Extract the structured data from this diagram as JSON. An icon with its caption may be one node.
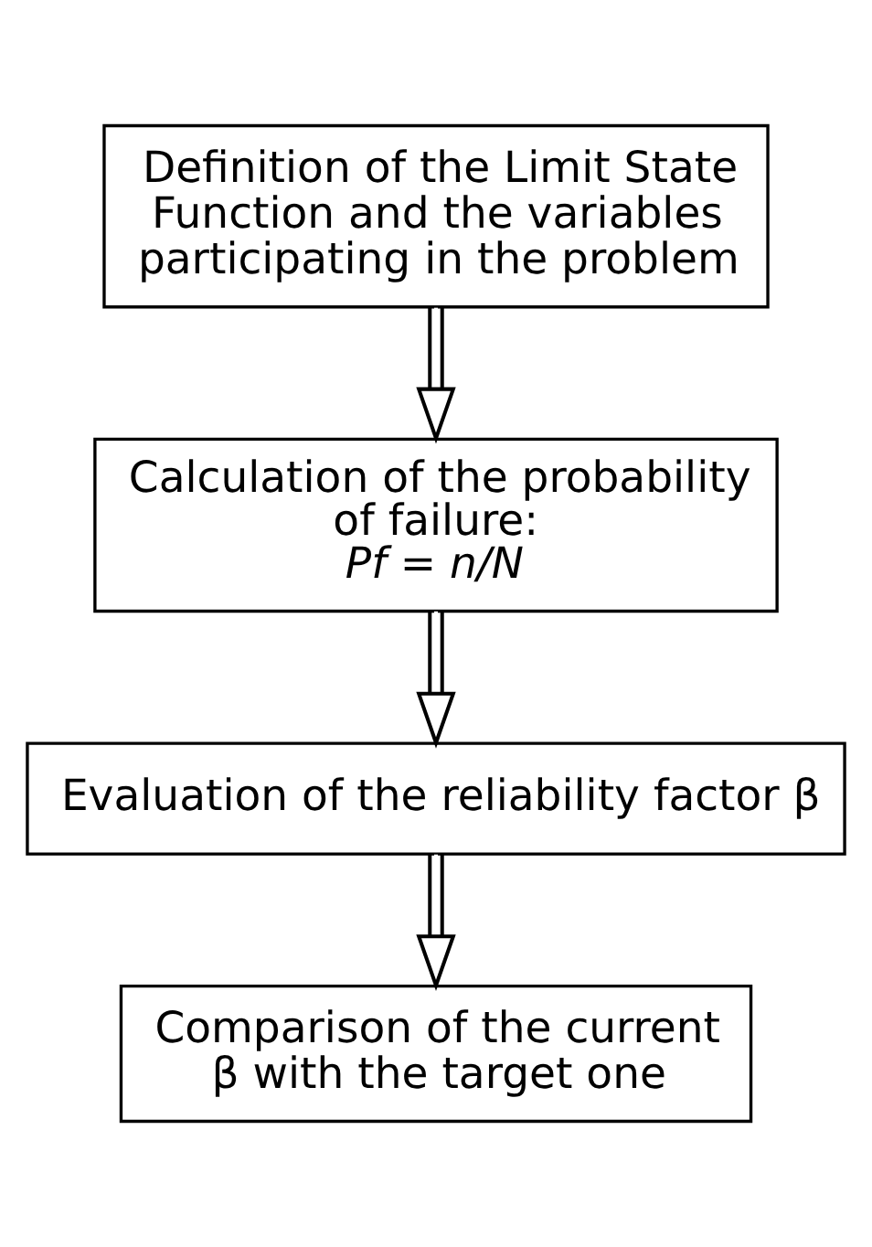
{
  "diagram": {
    "nodes": [
      {
        "text": [
          "Definition of the Limit State Function and the variables participating in the problem"
        ]
      },
      {
        "text": [
          "Calculation of the probability of failure:",
          "Pf = n/N"
        ]
      },
      {
        "text": [
          "Evaluation of the reliability factor β"
        ]
      },
      {
        "text": [
          "Comparison of the current β with the target one"
        ]
      }
    ],
    "edges": [
      {
        "from": 0,
        "to": 1,
        "arrow": "to"
      },
      {
        "from": 1,
        "to": 2,
        "arrow": "to"
      },
      {
        "from": 2,
        "to": 3,
        "arrow": "to"
      }
    ]
  }
}
